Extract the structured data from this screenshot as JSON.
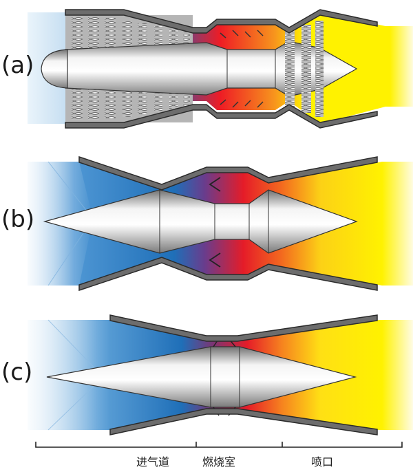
{
  "panels": [
    {
      "label": "(a)"
    },
    {
      "label": "(b)"
    },
    {
      "label": "(c)"
    }
  ],
  "sections": {
    "inlet": "进气道",
    "combustor": "燃烧室",
    "nozzle": "喷口"
  },
  "colors": {
    "cold": "#1f78c8",
    "cold_light": "#cfe6f6",
    "hot": "#ee1c25",
    "warm": "#f6a81a",
    "exhaust": "#fff200",
    "casing": "#6d6d6d",
    "casing_edge": "#2b2b2b"
  }
}
